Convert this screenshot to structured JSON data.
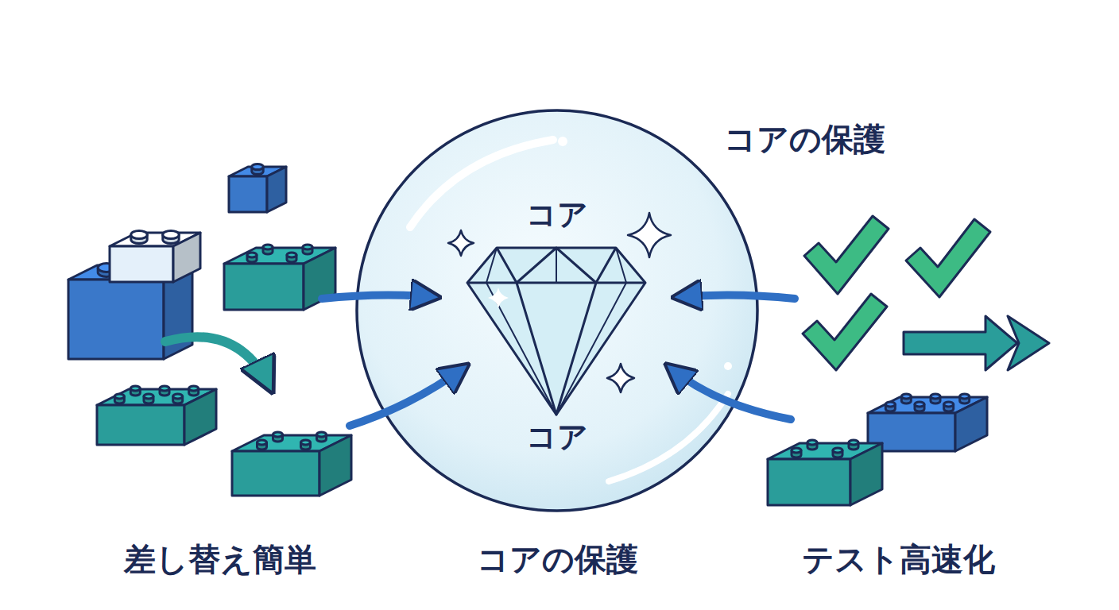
{
  "diagram": {
    "nodes": [
      {
        "text": [
          "コア",
          "コア",
          "コアの保護"
        ]
      }
    ],
    "labels": [
      "コアの保護",
      "差し替え簡単",
      "テスト高速化"
    ]
  }
}
